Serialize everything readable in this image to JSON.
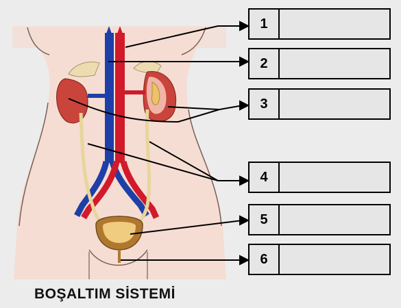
{
  "diagram": {
    "caption": "BOŞALTIM SİSTEMİ",
    "labels": [
      {
        "number": "1",
        "answer": ""
      },
      {
        "number": "2",
        "answer": ""
      },
      {
        "number": "3",
        "answer": ""
      },
      {
        "number": "4",
        "answer": ""
      },
      {
        "number": "5",
        "answer": ""
      },
      {
        "number": "6",
        "answer": ""
      }
    ]
  },
  "colors": {
    "background": "#ececec",
    "skin": "#f4d9cf",
    "artery": "#d11a2a",
    "vein": "#1f3fa8",
    "kidney": "#c9443b",
    "ureter": "#e8d59a",
    "bladder": "#b0782f"
  }
}
